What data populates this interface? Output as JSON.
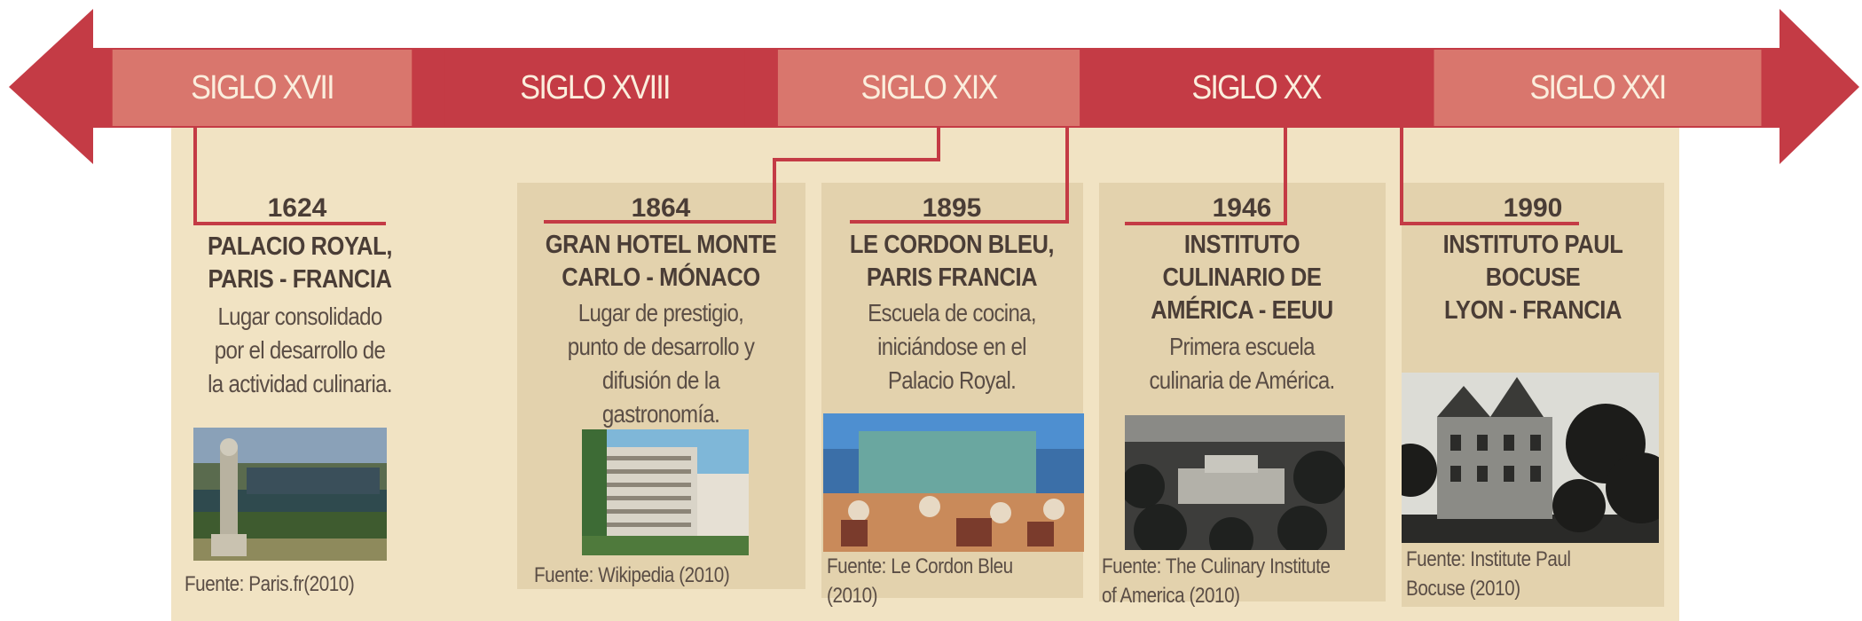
{
  "centuries": [
    {
      "label": "SIGLO XVII"
    },
    {
      "label": "SIGLO XVIII"
    },
    {
      "label": "SIGLO XIX"
    },
    {
      "label": "SIGLO XX"
    },
    {
      "label": "SIGLO XXI"
    }
  ],
  "events": [
    {
      "year": "1624",
      "title": "PALACIO ROYAL,\nPARIS  - FRANCIA",
      "description": "Lugar consolidado\npor el desarrollo de\nla actividad culinaria.",
      "source": "Fuente: Paris.fr(2010)"
    },
    {
      "year": "1864",
      "title": "GRAN HOTEL MONTE\nCARLO - MÓNACO",
      "description": "Lugar de prestigio,\npunto de desarrollo y\ndifusión de la\ngastronomía.",
      "source": "Fuente: Wikipedia (2010)"
    },
    {
      "year": "1895",
      "title": "LE CORDON BLEU,\nPARIS FRANCIA",
      "description": "Escuela de cocina,\niniciándose en el\nPalacio Royal.",
      "source": "Fuente: Le Cordon Bleu\n(2010)"
    },
    {
      "year": "1946",
      "title": "INSTITUTO\nCULINARIO DE\nAMÉRICA - EEUU",
      "description": "Primera escuela\nculinaria de América.",
      "source": "Fuente: The Culinary Institute\nof America (2010)"
    },
    {
      "year": "1990",
      "title": "INSTITUTO PAUL\nBOCUSE\nLYON - FRANCIA",
      "description": "",
      "source": "Fuente: Institute  Paul\nBocuse (2010)"
    }
  ],
  "colors": {
    "arrow": "#c43b45",
    "band_light": "#d9766d",
    "panel": "#f1e3c3",
    "card": "#e3d2ad",
    "text": "#4a3d36"
  }
}
